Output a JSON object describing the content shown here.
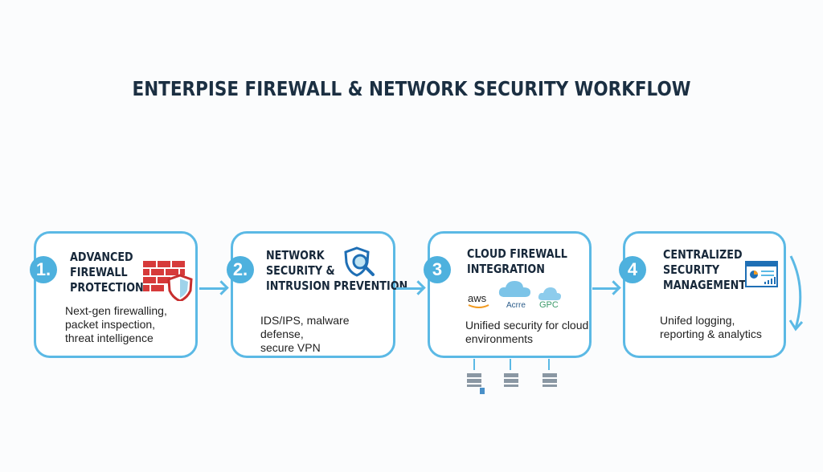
{
  "title": "ENTERPISE FIREWALL & NETWORK SECURITY WORKFLOW",
  "steps": [
    {
      "number": "1.",
      "heading": [
        "ADVANCED",
        "FIREWALL",
        "PROTECTION"
      ],
      "description": [
        "Next-gen firewalling,",
        "packet inspection,",
        "threat intelligence"
      ],
      "icon": "firewall-shield-icon"
    },
    {
      "number": "2.",
      "heading": [
        "NETWORK",
        "SECURITY &",
        "INTRUSION PREVENTION"
      ],
      "description": [
        "IDS/IPS, malware defense,",
        "secure VPN"
      ],
      "icon": "shield-search-icon"
    },
    {
      "number": "3",
      "heading": [
        "CLOUD FIREWALL",
        "INTEGRATION"
      ],
      "description": [
        "Unified security for cloud",
        "environments"
      ],
      "icon": "cloud-icon",
      "providers": [
        "aws",
        "Acrre",
        "GPC"
      ]
    },
    {
      "number": "4",
      "heading": [
        "CENTRALIZED",
        "SECURITY",
        "MANAGEMENT"
      ],
      "description": [
        "Unifed logging,",
        "reporting & analytics"
      ],
      "icon": "dashboard-icon"
    }
  ],
  "colors": {
    "accent": "#5bb9e5",
    "title": "#1b2f42",
    "firewall": "#d63a3a"
  }
}
